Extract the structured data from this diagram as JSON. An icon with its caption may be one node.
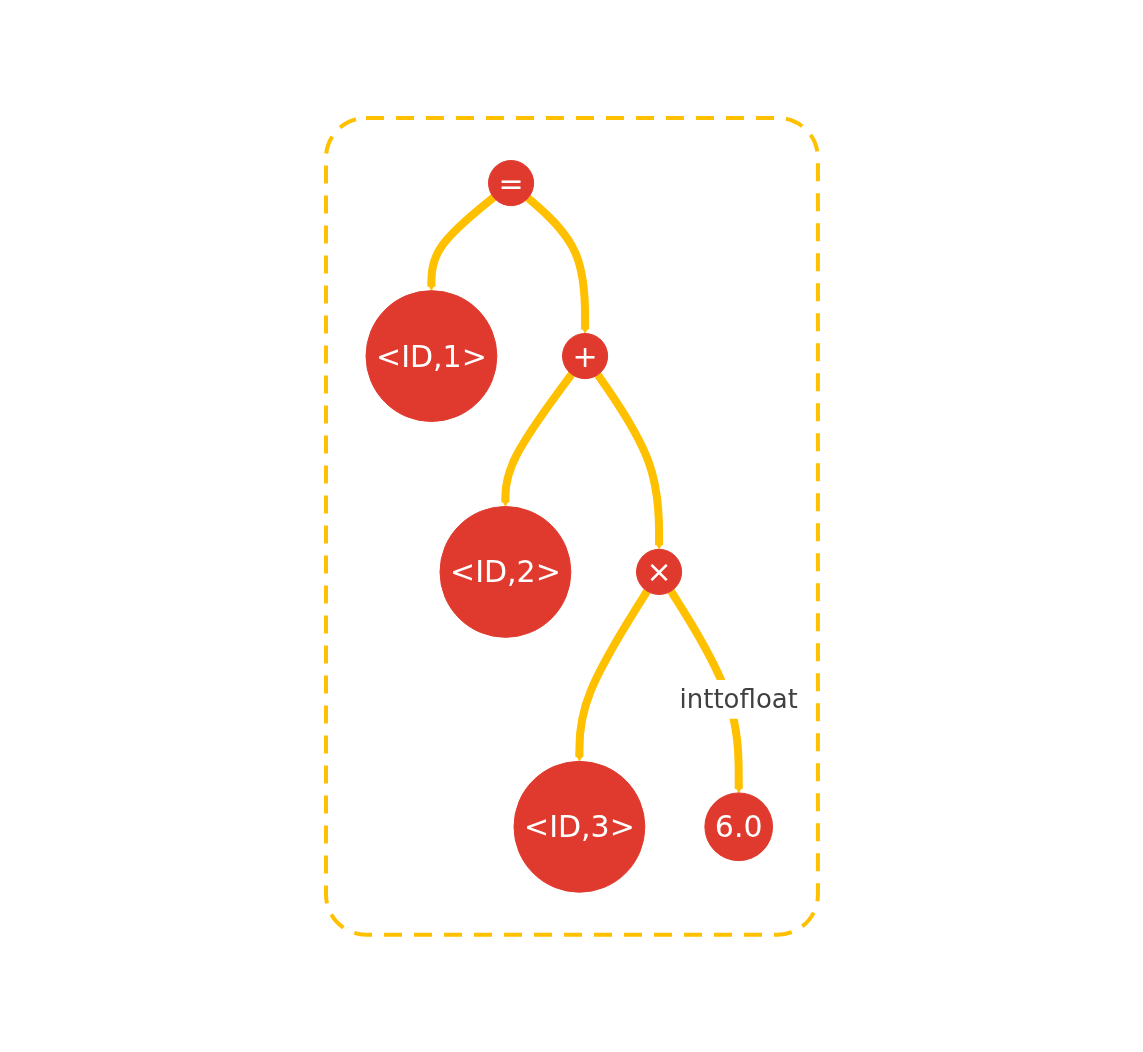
{
  "diagram": {
    "nodes": [
      {
        "text": [],
        "shape": "box"
      },
      {
        "text": [
          "="
        ],
        "in": 0
      },
      {
        "text": [
          "<ID,1>"
        ],
        "in": 0
      },
      {
        "text": [
          "+"
        ],
        "in": 0
      },
      {
        "text": [
          "<ID,2>"
        ],
        "in": 0
      },
      {
        "text": [
          "×"
        ],
        "in": 0
      },
      {
        "text": [
          "<ID,3>"
        ],
        "in": 0
      },
      {
        "text": [
          "6.0"
        ],
        "in": 0
      }
    ],
    "edges": [
      {
        "from": 1,
        "to": 2,
        "arrow": "to"
      },
      {
        "from": 1,
        "to": 3,
        "arrow": "to"
      },
      {
        "from": 3,
        "to": 4,
        "arrow": "to"
      },
      {
        "from": 3,
        "to": 5,
        "arrow": "to"
      },
      {
        "from": 5,
        "to": 6,
        "arrow": "to"
      },
      {
        "from": 5,
        "to": 7,
        "arrow": "to",
        "label": "inttofloat"
      }
    ]
  }
}
